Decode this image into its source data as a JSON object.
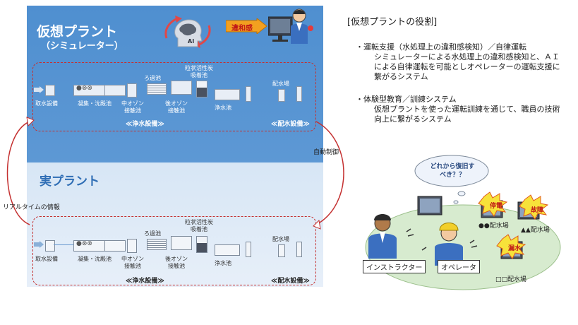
{
  "virtual": {
    "title": "仮想プラント",
    "subtitle": "（シミュレーター）",
    "ai_label": "AI",
    "discomfort_label": "違和感",
    "labels": {
      "intake": "取水設備",
      "coag": "凝集・沈殿池",
      "ozone1": "中オゾン\n接触池",
      "filter": "ろ過池",
      "gac": "粒状活性炭\n吸着池",
      "ozone2": "後オゾン\n接触池",
      "clear": "浄水池",
      "dist": "配水場"
    },
    "section_purify": "≪浄水設備≫",
    "section_dist": "≪配水設備≫"
  },
  "real": {
    "title": "実プラント",
    "labels": {
      "intake": "取水設備",
      "coag": "凝集・沈殿池",
      "ozone1": "中オゾン\n接触池",
      "filter": "ろ過池",
      "gac": "粒状活性炭\n吸着池",
      "ozone2": "後オゾン\n接触池",
      "clear": "浄水池",
      "dist": "配水場"
    },
    "section_purify": "≪浄水設備≫",
    "section_dist": "≪配水設備≫"
  },
  "arrows": {
    "auto_control": "自動制御",
    "realtime_info": "リアルタイムの情報"
  },
  "role": {
    "heading": "[仮想プラントの役割]",
    "b1_title": "・運転支援（水処理上の違和感検知）／自律運転",
    "b1_body": "シミュレーターによる水処理上の違和感検知と、ＡＩによる自律運転を可能としオペレーターの運転支援に繋がるシステム",
    "b2_title": "・体験型教育／訓練システム",
    "b2_body": "仮想プラントを使った運転訓練を通じて、職員の技術向上に繋がるシステム"
  },
  "scene": {
    "bubble": "どれから復旧すべき？？",
    "stop": "停電",
    "fault": "故障",
    "leak": "漏水",
    "site_a": "●●配水場",
    "site_b": "▲▲配水場",
    "site_c": "□□配水場",
    "instructor": "インストラクター",
    "operator": "オペレータ"
  }
}
